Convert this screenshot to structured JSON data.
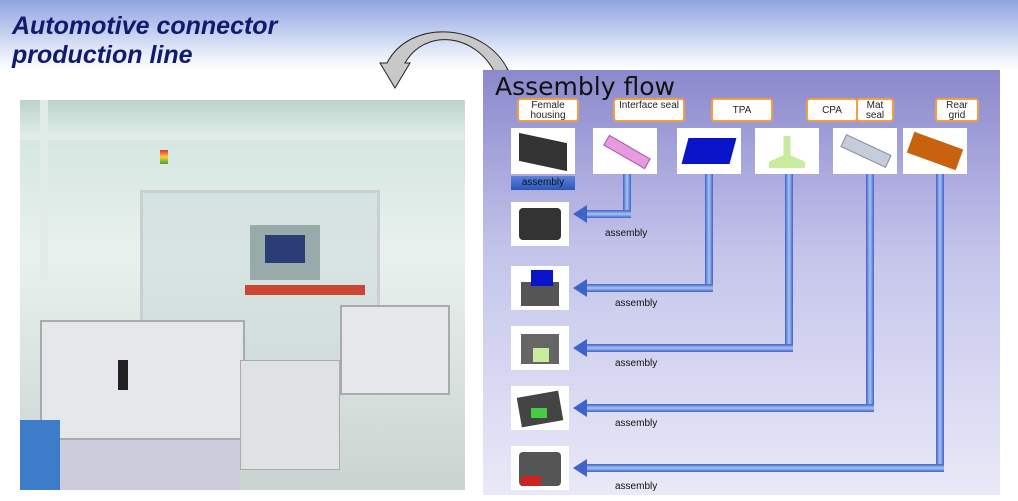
{
  "title": [
    "Automotive connector",
    "production line"
  ],
  "diagram": {
    "title": "Assembly flow",
    "parts": [
      {
        "label": "Female housing",
        "color": "#333333"
      },
      {
        "label": "Interface seal",
        "color": "#e79ae0"
      },
      {
        "label": "TPA",
        "color": "#0a14c8"
      },
      {
        "label": "CPA",
        "color": "#c8eba0"
      },
      {
        "label": "Mat seal",
        "color": "#c5ced8"
      },
      {
        "label": "Rear grid",
        "color": "#c8620e"
      }
    ],
    "first_step": "assembly",
    "steps": [
      "assembly",
      "assembly",
      "assembly",
      "assembly",
      "assembly"
    ]
  }
}
